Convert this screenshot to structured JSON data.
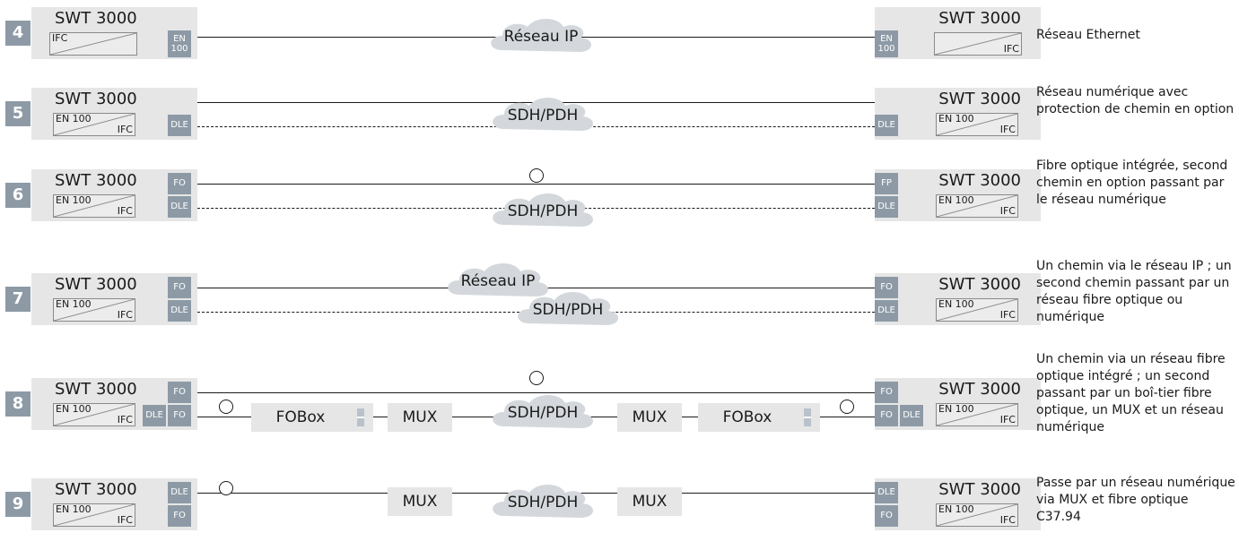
{
  "device": {
    "name": "SWT 3000",
    "ifc": "IFC",
    "en100": "EN 100",
    "en": "EN",
    "hundred": "100"
  },
  "ports": {
    "dle": "DLE",
    "fo": "FO",
    "fp": "FP"
  },
  "clouds": {
    "ip": "Réseau IP",
    "sdh": "SDH/PDH"
  },
  "boxes": {
    "fobox": "FOBox",
    "mux": "MUX"
  },
  "rows": [
    {
      "number": "4",
      "description": "Réseau Ethernet"
    },
    {
      "number": "5",
      "description": "Réseau numérique avec protection de chemin en option"
    },
    {
      "number": "6",
      "description": "Fibre optique intégrée, second chemin en option passant par le réseau numérique"
    },
    {
      "number": "7",
      "description": "Un chemin via le réseau IP ; un second chemin passant par un réseau fibre optique ou numérique"
    },
    {
      "number": "8",
      "description": "Un chemin via un réseau fibre optique intégré ; un second passant par un boî-tier fibre optique, un MUX et un réseau numérique"
    },
    {
      "number": "9",
      "description": "Passe par un réseau numérique via MUX et fibre optique C37.94"
    }
  ]
}
